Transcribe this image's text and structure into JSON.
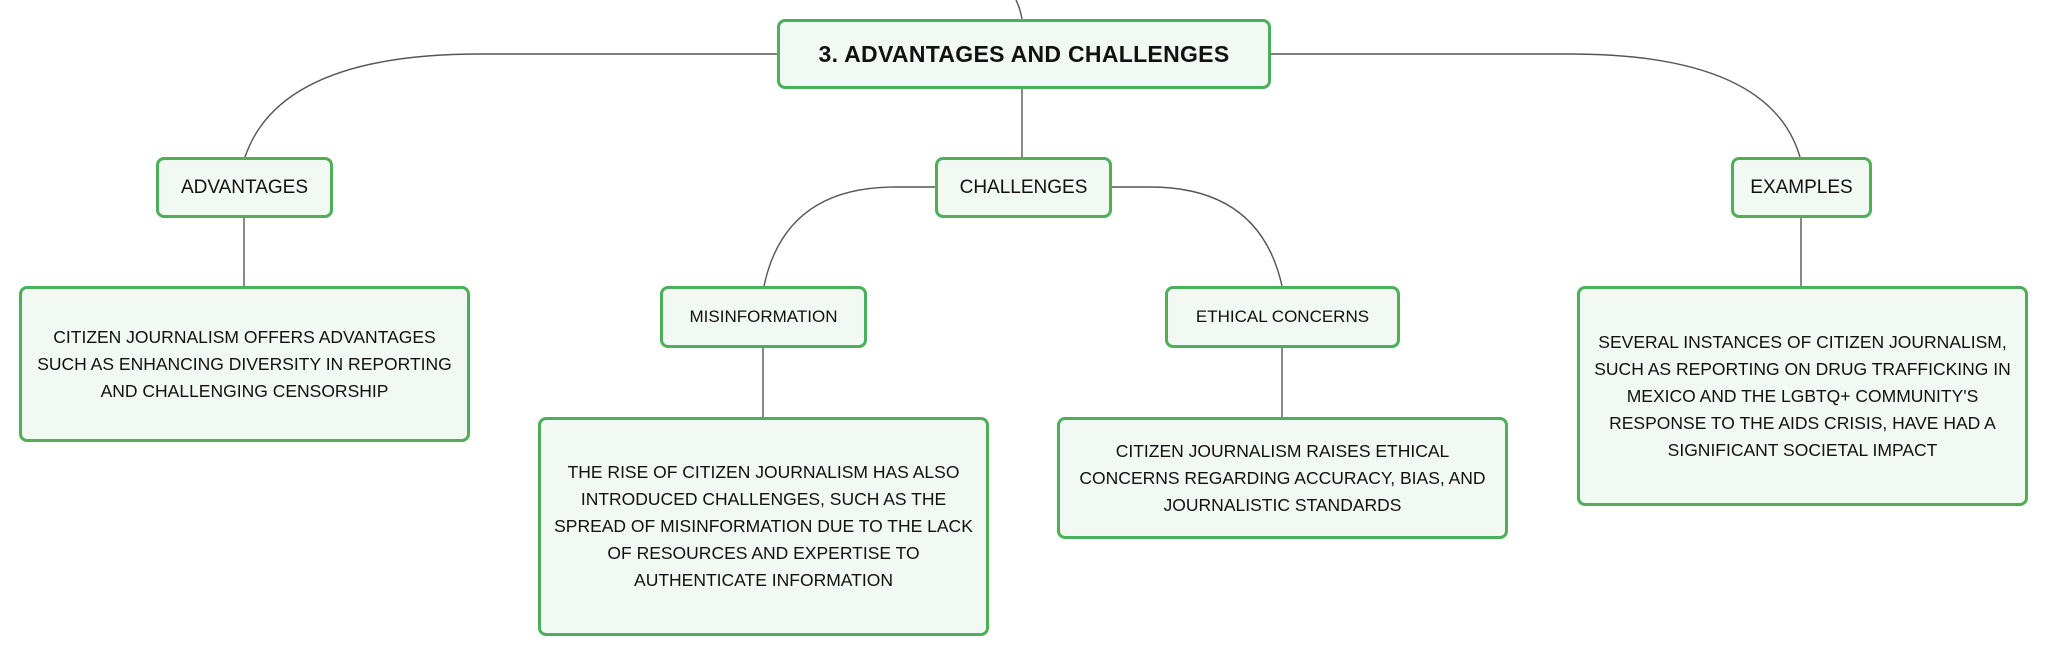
{
  "colors": {
    "node_border": "#4caf5a",
    "node_fill": "#f2f8f2",
    "connector": "#555555",
    "text": "#111111"
  },
  "mindmap": {
    "root": "3. ADVANTAGES AND CHALLENGES",
    "advantages": {
      "label": "ADVANTAGES",
      "text": "CITIZEN JOURNALISM OFFERS ADVANTAGES SUCH AS ENHANCING DIVERSITY IN REPORTING AND CHALLENGING CENSORSHIP"
    },
    "challenges": {
      "label": "CHALLENGES",
      "misinformation": {
        "label": "MISINFORMATION",
        "text": "THE RISE OF CITIZEN JOURNALISM HAS ALSO INTRODUCED CHALLENGES, SUCH AS THE SPREAD OF MISINFORMATION DUE TO THE LACK OF RESOURCES AND EXPERTISE TO AUTHENTICATE INFORMATION"
      },
      "ethical": {
        "label": "ETHICAL CONCERNS",
        "text": "CITIZEN JOURNALISM RAISES ETHICAL CONCERNS REGARDING ACCURACY, BIAS, AND JOURNALISTIC STANDARDS"
      }
    },
    "examples": {
      "label": "EXAMPLES",
      "text": "SEVERAL INSTANCES OF CITIZEN JOURNALISM, SUCH AS REPORTING ON DRUG TRAFFICKING IN MEXICO AND THE LGBTQ+ COMMUNITY'S RESPONSE TO THE AIDS CRISIS, HAVE HAD A SIGNIFICANT SOCIETAL IMPACT"
    }
  }
}
